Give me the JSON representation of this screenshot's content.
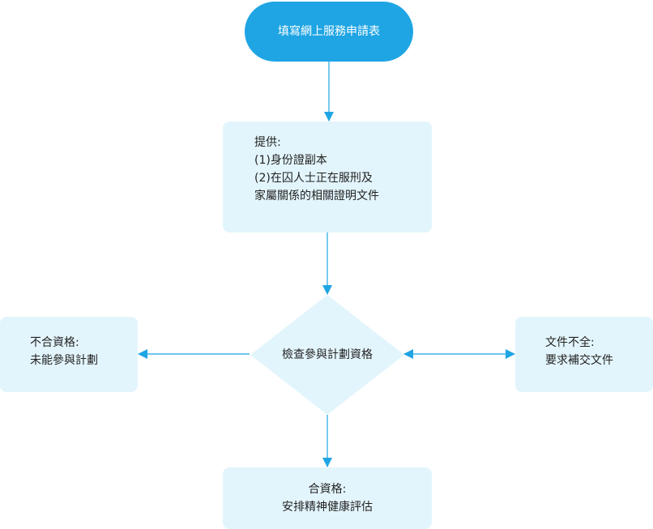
{
  "flowchart": {
    "start": {
      "label": "填寫網上服務申請表"
    },
    "provide_documents": {
      "heading": "提供:",
      "items": [
        "(1)身份證副本",
        "(2)在囚人士正在服刑及",
        "家屬關係的相關證明文件"
      ]
    },
    "check_eligibility": {
      "label": "檢查參與計劃資格"
    },
    "ineligible": {
      "heading": "不合資格:",
      "detail": "未能參與計劃"
    },
    "incomplete": {
      "heading": "文件不全:",
      "detail": "要求補交文件"
    },
    "eligible": {
      "heading": "合資格:",
      "detail": "安排精神健康評估"
    }
  },
  "colors": {
    "start_fill": "#1fa5e4",
    "box_fill": "#e3f5fc",
    "arrow": "#1fa5e4"
  }
}
